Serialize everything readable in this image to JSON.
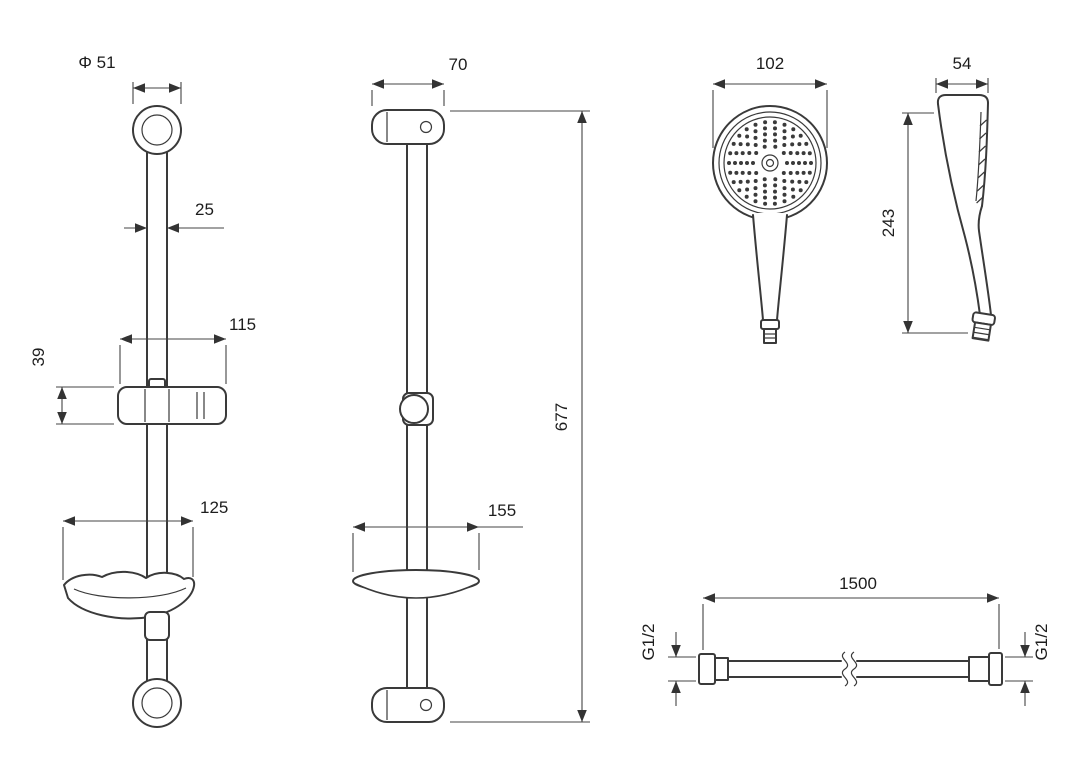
{
  "drawing": {
    "front_view": {
      "dim_mount_diameter": "Φ 51",
      "dim_bar_diameter": "25",
      "dim_holder_width": "115",
      "dim_holder_height": "39",
      "dim_soap_dish_width": "125"
    },
    "side_view": {
      "dim_bracket_depth": "70",
      "dim_bar_height": "677",
      "dim_soap_dish_depth": "155"
    },
    "handshower_front_view": {
      "dim_head_diameter": "102"
    },
    "handshower_side_view": {
      "dim_head_depth": "54",
      "dim_total_length": "243"
    },
    "hose_view": {
      "dim_hose_length": "1500",
      "dim_thread_left": "G1/2",
      "dim_thread_right": "G1/2"
    }
  }
}
